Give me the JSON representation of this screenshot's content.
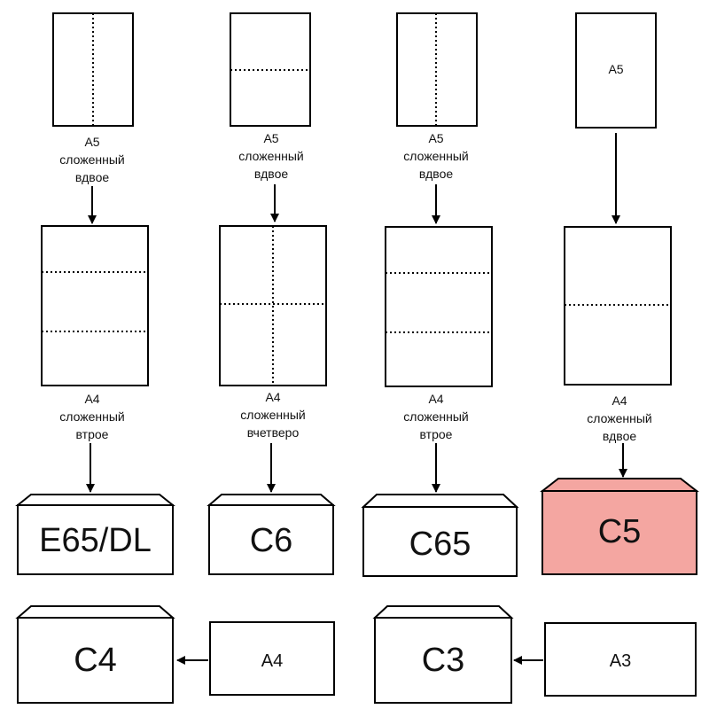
{
  "columns": [
    {
      "top_caption": [
        "A5",
        "сложенный",
        "вдвое"
      ],
      "mid_caption": [
        "A4",
        "сложенный",
        "втрое"
      ],
      "envelope": "E65/DL"
    },
    {
      "top_caption": [
        "A5",
        "сложенный",
        "вдвое"
      ],
      "mid_caption": [
        "A4",
        "сложенный",
        "вчетверо"
      ],
      "envelope": "C6"
    },
    {
      "top_caption": [
        "A5",
        "сложенный",
        "вдвое"
      ],
      "mid_caption": [
        "A4",
        "сложенный",
        "втрое"
      ],
      "envelope": "C65"
    },
    {
      "top_label": "A5",
      "mid_caption": [
        "A4",
        "сложенный",
        "вдвое"
      ],
      "envelope": "C5"
    }
  ],
  "bottom": [
    {
      "sheet": "A4",
      "envelope": "C4"
    },
    {
      "sheet": "A3",
      "envelope": "C3"
    }
  ],
  "colors": {
    "stroke": "#000000",
    "highlight": "#f4a6a1"
  }
}
